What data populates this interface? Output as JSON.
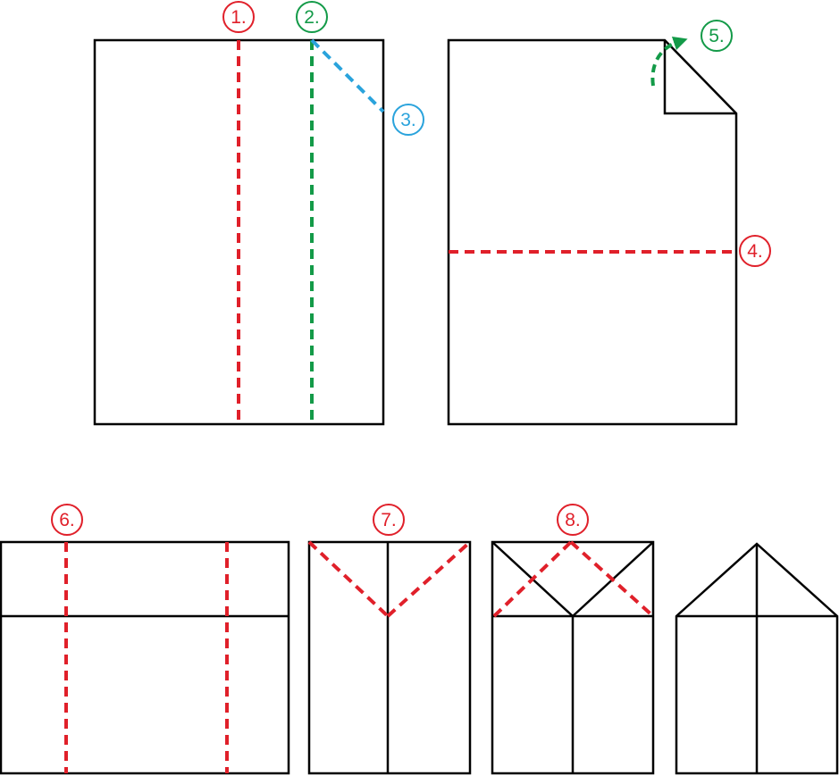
{
  "colors": {
    "outline": "#000000",
    "red": "#e0202a",
    "green": "#139a48",
    "blue": "#2aa3dc"
  },
  "steps": [
    {
      "id": "1",
      "label": "1.",
      "color": "red"
    },
    {
      "id": "2",
      "label": "2.",
      "color": "green"
    },
    {
      "id": "3",
      "label": "3.",
      "color": "blue"
    },
    {
      "id": "4",
      "label": "4.",
      "color": "red"
    },
    {
      "id": "5",
      "label": "5.",
      "color": "green"
    },
    {
      "id": "6",
      "label": "6.",
      "color": "red"
    },
    {
      "id": "7",
      "label": "7.",
      "color": "red"
    },
    {
      "id": "8",
      "label": "8.",
      "color": "red"
    }
  ]
}
